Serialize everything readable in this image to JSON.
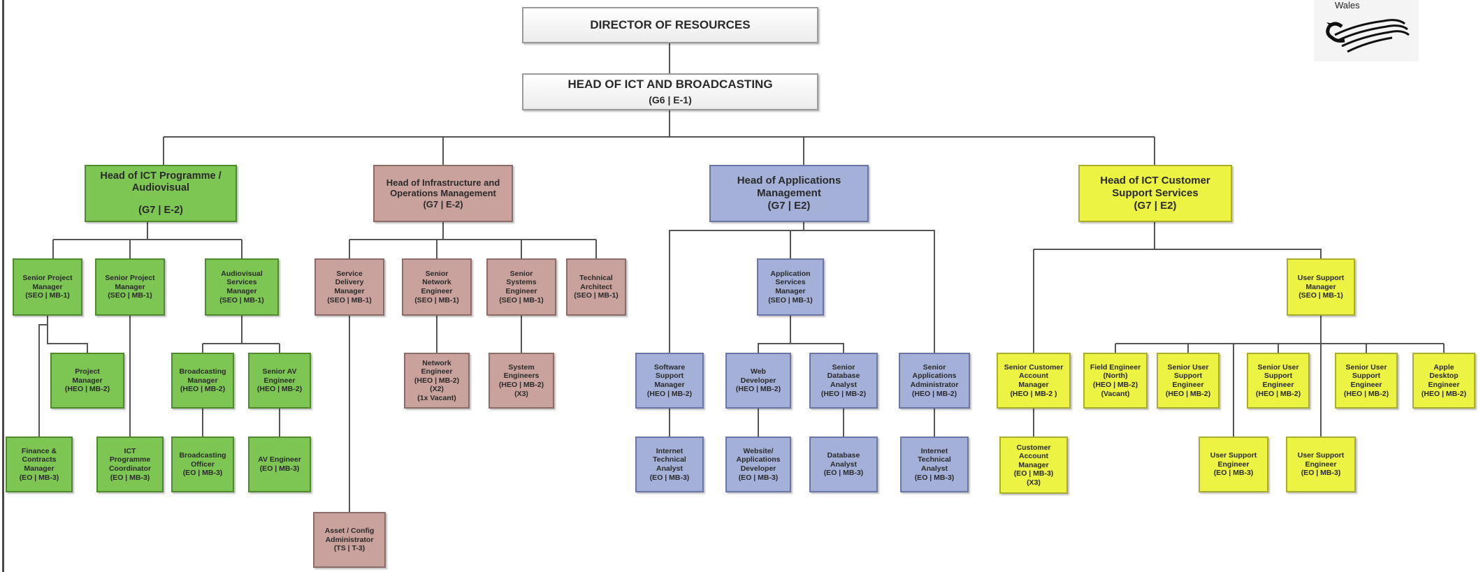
{
  "logo": {
    "text": "Wales",
    "icon": "dragon-logo-icon"
  },
  "top": {
    "director": {
      "title": "DIRECTOR OF RESOURCES"
    },
    "head_ict": {
      "title": "HEAD OF ICT AND BROADCASTING",
      "grade": "(G6 | E-1)"
    }
  },
  "heads": [
    {
      "title": "Head of ICT Programme /\nAudiovisual",
      "grade": "(G7 | E-2)"
    },
    {
      "title": "Head of Infrastructure and\nOperations Management",
      "grade": "(G7 | E-2)"
    },
    {
      "title": "Head of Applications\nManagement",
      "grade": "(G7 | E2)"
    },
    {
      "title": "Head of ICT Customer\nSupport Services",
      "grade": "(G7 | E2)"
    }
  ],
  "programme": {
    "spm1": {
      "title": "Senior Project\nManager",
      "grade": "(SEO | MB-1)"
    },
    "spm2": {
      "title": "Senior Project\nManager",
      "grade": "(SEO | MB-1)"
    },
    "avsm": {
      "title": "Audiovisual\nServices\nManager",
      "grade": "(SEO | MB-1)"
    },
    "pm": {
      "title": "Project\nManager",
      "grade": "(HEO | MB-2)"
    },
    "bm": {
      "title": "Broadcasting\nManager",
      "grade": "(HEO | MB-2)"
    },
    "sav": {
      "title": "Senior AV\nEngineer",
      "grade": "(HEO | MB-2)"
    },
    "fcm": {
      "title": "Finance &\nContracts\nManager",
      "grade": "(EO | MB-3)"
    },
    "ictpc": {
      "title": "ICT\nProgramme\nCoordinator",
      "grade": "(EO | MB-3)"
    },
    "bo": {
      "title": "Broadcasting\nOfficer",
      "grade": "(EO | MB-3)"
    },
    "ave": {
      "title": "AV Engineer",
      "grade": "(EO | MB-3)"
    }
  },
  "infrastructure": {
    "sdm": {
      "title": "Service\nDelivery\nManager",
      "grade": "(SEO | MB-1)"
    },
    "sne": {
      "title": "Senior\nNetwork\nEngineer",
      "grade": "(SEO | MB-1)"
    },
    "sse": {
      "title": "Senior\nSystems\nEngineer",
      "grade": "(SEO | MB-1)"
    },
    "ta": {
      "title": "Technical\nArchitect",
      "grade": "(SEO | MB-1)"
    },
    "ne": {
      "title": "Network\nEngineer",
      "grade": "(HEO | MB-2)\n(X2)\n(1x Vacant)"
    },
    "se": {
      "title": "System\nEngineers",
      "grade": "(HEO | MB-2)\n(X3)"
    },
    "aca": {
      "title": "Asset / Config\nAdministrator",
      "grade": "(TS | T-3)"
    }
  },
  "applications": {
    "asm": {
      "title": "Application\nServices\nManager",
      "grade": "(SEO | MB-1)"
    },
    "ssm": {
      "title": "Software\nSupport\nManager",
      "grade": "(HEO | MB-2)"
    },
    "wd": {
      "title": "Web\nDeveloper",
      "grade": "(HEO | MB-2)"
    },
    "sda": {
      "title": "Senior\nDatabase\nAnalyst",
      "grade": "(HEO | MB-2)"
    },
    "saa": {
      "title": "Senior\nApplications\nAdministrator",
      "grade": "(HEO | MB-2)"
    },
    "ita1": {
      "title": "Internet\nTechnical\nAnalyst",
      "grade": "(EO | MB-3)"
    },
    "wad": {
      "title": "Website/\nApplications\nDeveloper",
      "grade": "(EO | MB-3)"
    },
    "da": {
      "title": "Database\nAnalyst",
      "grade": "(EO | MB-3)"
    },
    "ita2": {
      "title": "Internet\nTechnical\nAnalyst",
      "grade": "(EO | MB-3)"
    }
  },
  "customer": {
    "usm": {
      "title": "User Support\nManager",
      "grade": "(SEO | MB-1)"
    },
    "scam": {
      "title": "Senior Customer\nAccount\nManager",
      "grade": "(HEO | MB-2 )"
    },
    "fe": {
      "title": "Field Engineer\n(North)",
      "grade": "(HEO | MB-2)\n(Vacant)"
    },
    "suse1": {
      "title": "Senior User\nSupport\nEngineer",
      "grade": "(HEO | MB-2)"
    },
    "suse2": {
      "title": "Senior User\nSupport\nEngineer",
      "grade": "(HEO | MB-2)"
    },
    "suse3": {
      "title": "Senior User\nSupport\nEngineer",
      "grade": "(HEO | MB-2)"
    },
    "ade": {
      "title": "Apple\nDesktop\nEngineer",
      "grade": "(HEO | MB-2)"
    },
    "cam": {
      "title": "Customer\nAccount\nManager",
      "grade": "(EO | MB-3)\n(X3)"
    },
    "use1": {
      "title": "User Support\nEngineer",
      "grade": "(EO | MB-3)"
    },
    "use2": {
      "title": "User Support\nEngineer",
      "grade": "(EO | MB-3)"
    }
  }
}
